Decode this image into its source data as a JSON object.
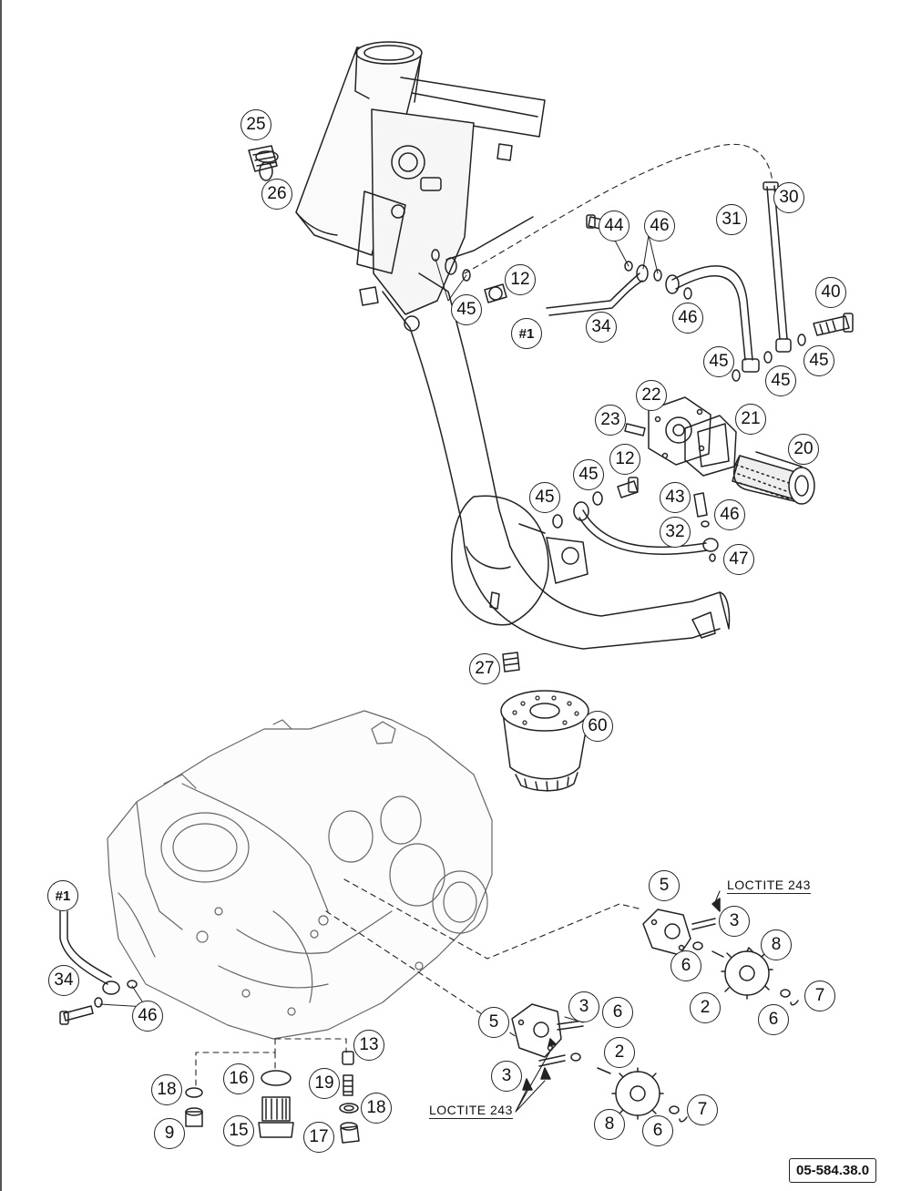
{
  "diagram": {
    "doc_number": "05-584.38.0",
    "note_label": "LOCTITE 243",
    "reference_label": "#1",
    "callouts": {
      "c25": "25",
      "c26": "26",
      "c30": "30",
      "c44": "44",
      "c46a": "46",
      "c31": "31",
      "c12a": "12",
      "c45a": "45",
      "c40": "40",
      "c34a": "34",
      "ref1a": "#1",
      "c46b": "46",
      "c45b": "45",
      "c45c": "45",
      "c45d": "45",
      "c22": "22",
      "c23": "23",
      "c21": "21",
      "c20": "20",
      "c12b": "12",
      "c45e": "45",
      "c45f": "45",
      "c43": "43",
      "c46c": "46",
      "c32": "32",
      "c47": "47",
      "c27": "27",
      "c60": "60",
      "ref1b": "#1",
      "c34b": "34",
      "c46d": "46",
      "c5a": "5",
      "c3a": "3",
      "c6a": "6",
      "c8a": "8",
      "c2a": "2",
      "c6b": "6",
      "c7a": "7",
      "c5b": "5",
      "c3b": "3",
      "c6c": "6",
      "c3c": "3",
      "c2b": "2",
      "c13": "13",
      "c16": "16",
      "c18a": "18",
      "c19": "19",
      "c18b": "18",
      "c9": "9",
      "c15": "15",
      "c17": "17",
      "c8b": "8",
      "c6d": "6",
      "c7b": "7"
    }
  }
}
